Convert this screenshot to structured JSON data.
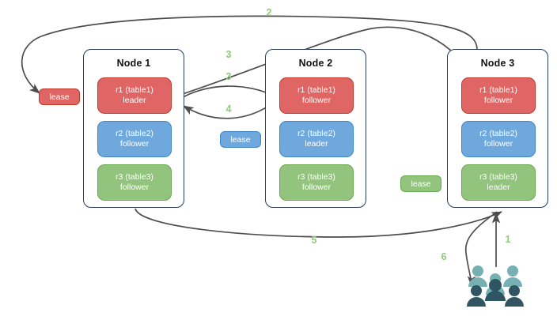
{
  "diagram": {
    "title": "Multi-node replica lease diagram",
    "colors": {
      "red": "#e06666",
      "blue": "#6fa8dc",
      "green": "#93c47d",
      "node_border": "#2a3a5c",
      "arrow": "#4d4d4d",
      "step_label": "#8fc97e",
      "user_light": "#76b0b2",
      "user_dark": "#2f5562"
    },
    "nodes": [
      {
        "name": "node-1",
        "title": "Node 1",
        "replicas": [
          {
            "name": "r1-table1",
            "line1": "r1 (table1)",
            "line2": "leader",
            "color": "red"
          },
          {
            "name": "r2-table2",
            "line1": "r2 (table2)",
            "line2": "follower",
            "color": "blue"
          },
          {
            "name": "r3-table3",
            "line1": "r3 (table3)",
            "line2": "follower",
            "color": "green"
          }
        ]
      },
      {
        "name": "node-2",
        "title": "Node 2",
        "replicas": [
          {
            "name": "r1-table1",
            "line1": "r1 (table1)",
            "line2": "follower",
            "color": "red"
          },
          {
            "name": "r2-table2",
            "line1": "r2 (table2)",
            "line2": "leader",
            "color": "blue"
          },
          {
            "name": "r3-table3",
            "line1": "r3 (table3)",
            "line2": "follower",
            "color": "green"
          }
        ]
      },
      {
        "name": "node-3",
        "title": "Node 3",
        "replicas": [
          {
            "name": "r1-table1",
            "line1": "r1 (table1)",
            "line2": "follower",
            "color": "red"
          },
          {
            "name": "r2-table2",
            "line1": "r2 (table2)",
            "line2": "follower",
            "color": "blue"
          },
          {
            "name": "r3-table3",
            "line1": "r3 (table3)",
            "line2": "leader",
            "color": "green"
          }
        ]
      }
    ],
    "leases": [
      {
        "name": "lease-table1",
        "label": "lease",
        "color": "red"
      },
      {
        "name": "lease-table2",
        "label": "lease",
        "color": "blue"
      },
      {
        "name": "lease-table3",
        "label": "lease",
        "color": "green"
      }
    ],
    "steps": [
      {
        "name": "step-1",
        "label": "1"
      },
      {
        "name": "step-2",
        "label": "2"
      },
      {
        "name": "step-3a",
        "label": "3"
      },
      {
        "name": "step-3b",
        "label": "3"
      },
      {
        "name": "step-4",
        "label": "4"
      },
      {
        "name": "step-5",
        "label": "5"
      },
      {
        "name": "step-6",
        "label": "6"
      }
    ],
    "actors": {
      "users_label": "users-icon"
    }
  }
}
